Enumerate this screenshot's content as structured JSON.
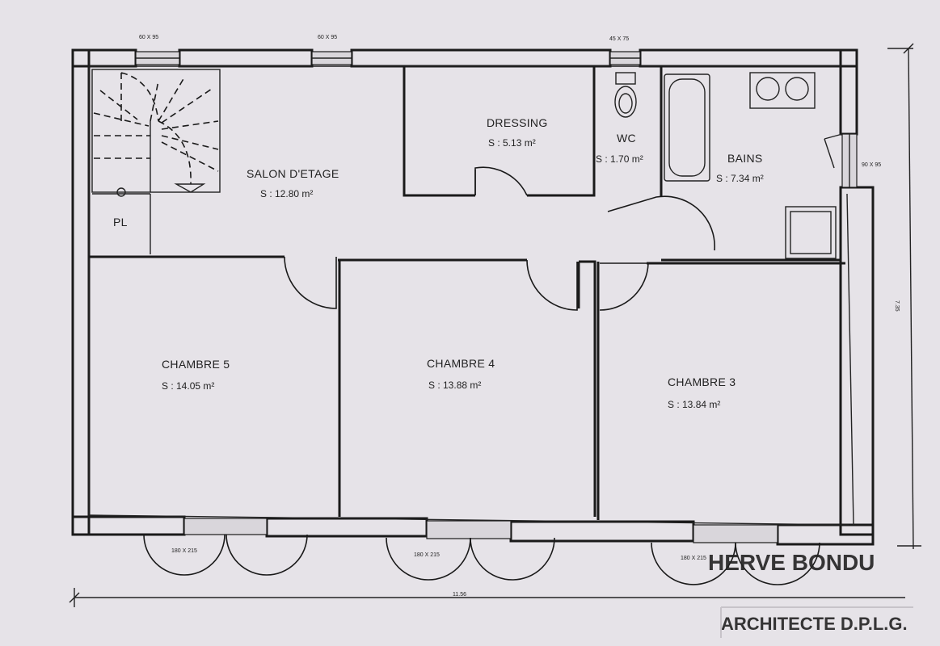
{
  "rooms": {
    "salon": {
      "name": "SALON D'ETAGE",
      "area": "S : 12.80 m²"
    },
    "dressing": {
      "name": "DRESSING",
      "area": "S : 5.13 m²"
    },
    "wc": {
      "name": "WC",
      "area": "S : 1.70 m²"
    },
    "bains": {
      "name": "BAINS",
      "area": "S : 7.34 m²"
    },
    "pl": {
      "name": "PL"
    },
    "chambre5": {
      "name": "CHAMBRE 5",
      "area": "S : 14.05 m²"
    },
    "chambre4": {
      "name": "CHAMBRE 4",
      "area": "S : 13.88 m²"
    },
    "chambre3": {
      "name": "CHAMBRE 3",
      "area": "S : 13.84 m²"
    }
  },
  "openings": {
    "top_window_1": "60 X 95",
    "top_window_2": "60 X 95",
    "top_window_3": "45 X 75",
    "right_window": "90 X 95",
    "bottom_window_1": "180 X 215",
    "bottom_window_2": "180 X 215",
    "bottom_window_3": "180 X 215"
  },
  "dimensions": {
    "overall_width": "11.56",
    "overall_height": "7.35"
  },
  "stamp": {
    "name": "HERVE BONDU",
    "title": "ARCHITECTE D.P.L.G."
  }
}
